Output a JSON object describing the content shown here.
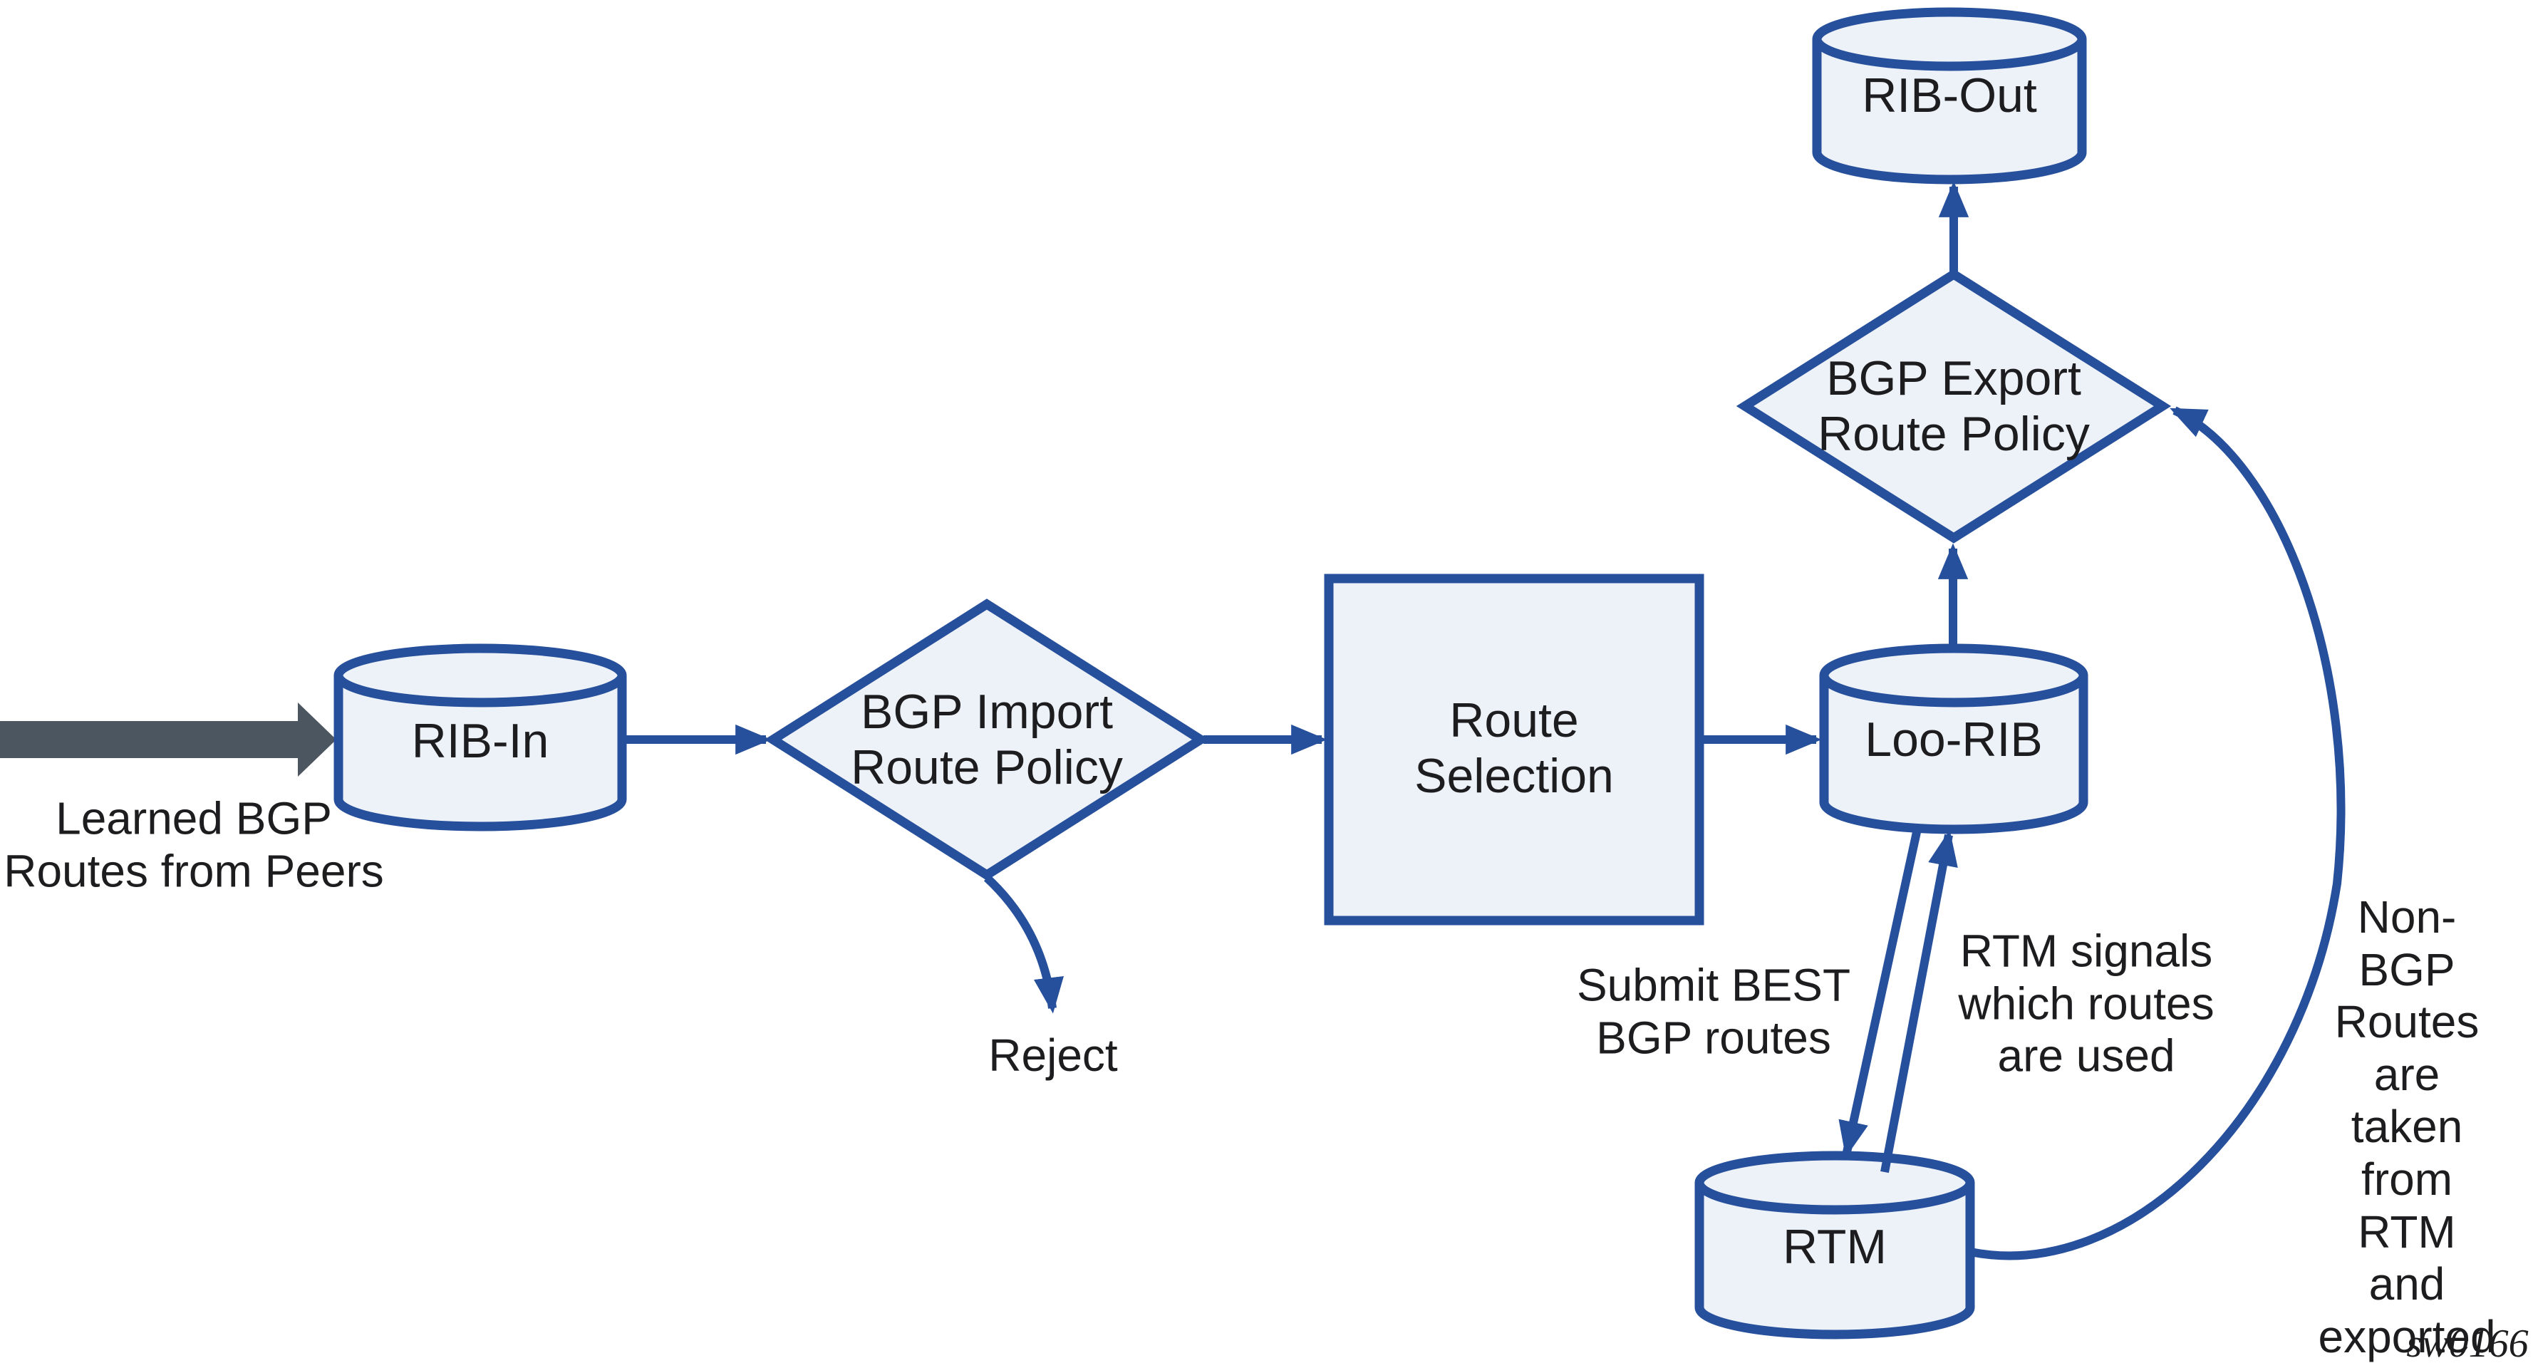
{
  "diagram": {
    "colors": {
      "accent": "#264F9C",
      "shape_fill": "#EDF1F8",
      "gray_arrow": "#4C5661",
      "ink": "#1D1D1F"
    },
    "nodes": {
      "rib_in": {
        "label": "RIB-In",
        "shape": "cylinder"
      },
      "import_policy": {
        "label": "BGP Import\nRoute Policy",
        "shape": "diamond"
      },
      "route_selection": {
        "label": "Route\nSelection",
        "shape": "rectangle"
      },
      "loo_rib": {
        "label": "Loo-RIB",
        "shape": "cylinder"
      },
      "export_policy": {
        "label": "BGP Export\nRoute Policy",
        "shape": "diamond"
      },
      "rib_out": {
        "label": "RIB-Out",
        "shape": "cylinder"
      },
      "rtm": {
        "label": "RTM",
        "shape": "cylinder"
      }
    },
    "annotations": {
      "learned_routes": "Learned BGP\nRoutes from Peers",
      "reject": "Reject",
      "submit_best": "Submit BEST\nBGP routes",
      "rtm_signals": "RTM signals\nwhich routes\nare used",
      "non_bgp_routes": "Non-BGP\nRoutes are\ntaken from\nRTM and\nexported\nto BGP",
      "watermark": "sw0166"
    }
  }
}
